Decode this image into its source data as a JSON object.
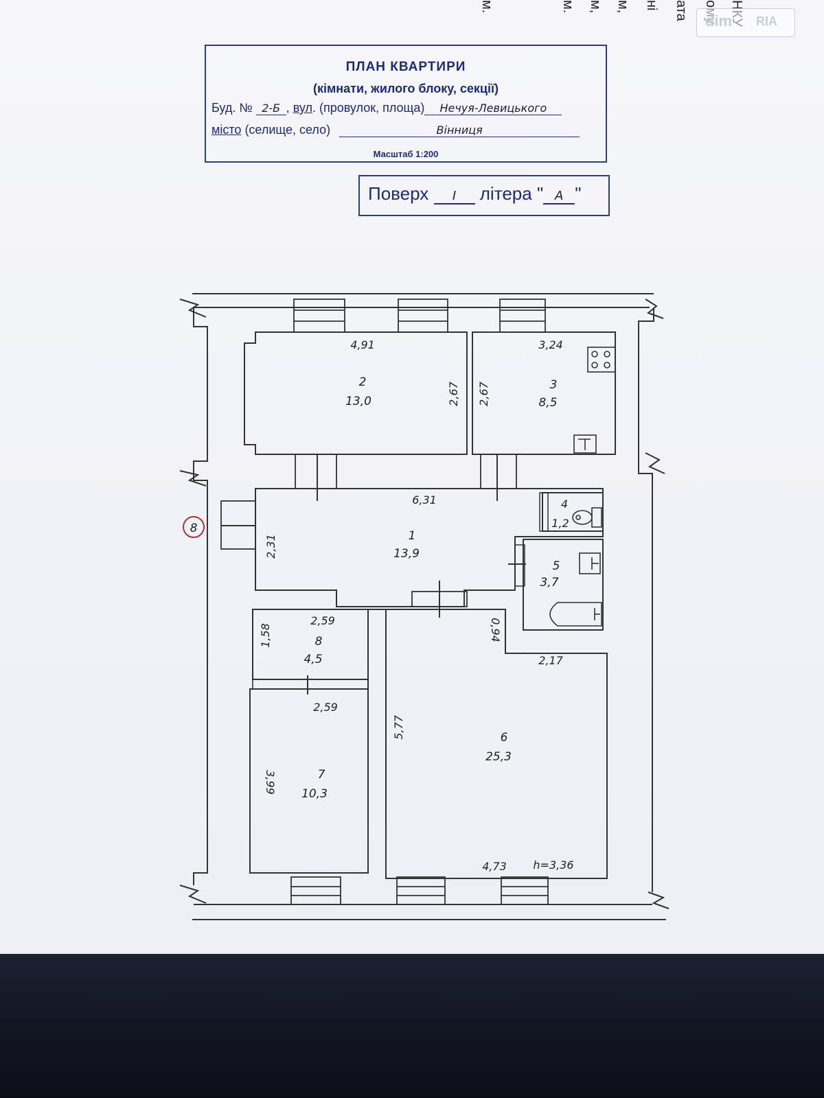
{
  "document": {
    "title": "ПЛАН КВАРТИРИ",
    "subtitle": "(кімнати, жилого блоку, секції)",
    "building_prefix": "Буд. №",
    "building_no": "2-Б",
    "street_sep": ",",
    "street_word": "вул",
    "street_rest": ". (провулок, площа)",
    "street_value": "Нечуя-Левицького",
    "city_word": "місто",
    "city_rest": " (селище, село)",
    "city_value": "Вінниця",
    "scale": "Масштаб 1:200",
    "floor_label": "Поверх",
    "floor_value": "I",
    "litera_label": "літера",
    "litera_open": "\"",
    "litera_value": "А",
    "litera_close": "\""
  },
  "top_sheet_fragments": [
    "м.",
    "м.",
    "м,",
    "м,",
    "ні",
    "ата",
    "ому",
    "НКУ"
  ],
  "watermark": {
    "left": "dim",
    "right": "RIA"
  },
  "marker": "8",
  "rooms": [
    {
      "no": "2",
      "area": "13,0"
    },
    {
      "no": "3",
      "area": "8,5"
    },
    {
      "no": "1",
      "area": "13,9"
    },
    {
      "no": "4",
      "area": "1,2"
    },
    {
      "no": "5",
      "area": "3,7"
    },
    {
      "no": "8",
      "area": "4,5"
    },
    {
      "no": "7",
      "area": "10,3"
    },
    {
      "no": "6",
      "area": "25,3"
    }
  ],
  "dimensions": {
    "r2_w": "4,91",
    "r3_w": "3,24",
    "r2_h": "2,67",
    "r3_h": "2,67",
    "r1_w": "6,31",
    "r1_h": "2,31",
    "r8_w_top": "2,59",
    "r8_h": "1,58",
    "r7_w": "2,59",
    "r7_h": "3,99",
    "r6_h": "5,77",
    "r6_step": "0,94",
    "r6_w_top": "2,17",
    "r6_w_bottom": "4,73",
    "height": "h=3,36"
  }
}
